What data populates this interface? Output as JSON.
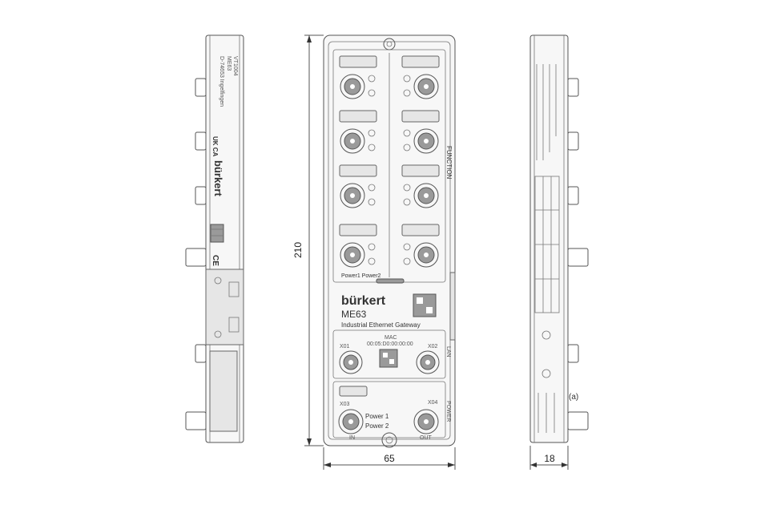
{
  "dimensions": {
    "height": "210",
    "width": "65",
    "depth": "18"
  },
  "front": {
    "brand": "bürkert",
    "model": "ME63",
    "description": "Industrial Ethernet Gateway",
    "power_label": "Power1 Power2",
    "function_label": "FUNCTION",
    "lan_label": "LAN",
    "power_side_label": "POWER",
    "mac_label": "MAC",
    "mac_value": "00:05:D0:00:00:00",
    "port_x01": "X01",
    "port_x02": "X02",
    "port_x03": "X03",
    "port_x04": "X04",
    "power1": "Power 1",
    "power2": "Power 2",
    "in_label": "IN",
    "out_label": "OUT"
  },
  "side_left": {
    "brand": "bürkert",
    "ukca": "UK CA",
    "ce": "CE",
    "text1": "D-74653 Ingelfingen",
    "text2": "ME63",
    "text3": "VT1004"
  },
  "side_right": {
    "callout": "(a)"
  }
}
